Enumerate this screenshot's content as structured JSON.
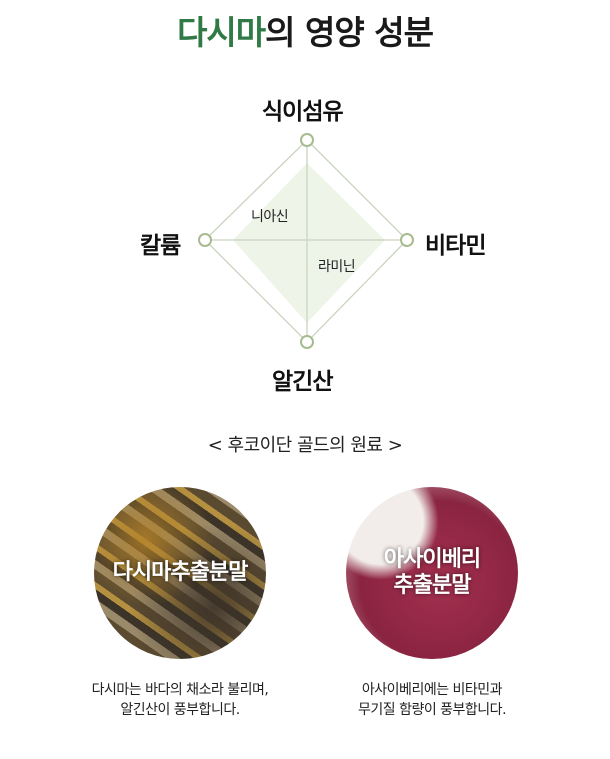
{
  "title": {
    "highlight": "다시마",
    "rest": "의 영양 성분"
  },
  "radar": {
    "axes": {
      "top": "식이섬유",
      "left": "칼륨",
      "right": "비타민",
      "bottom": "알긴산"
    },
    "inner_labels": [
      "니아신",
      "라미닌"
    ],
    "colors": {
      "line": "#c9d4bf",
      "fill": "#eef5e8",
      "node": "#a7bb8f"
    }
  },
  "ingredients": {
    "heading": "< 후코이단 골드의 원료 >",
    "items": [
      {
        "name": "다시마추출분말",
        "desc1": "다시마는 바다의 채소라 불리며,",
        "desc2": "알긴산이 풍부합니다."
      },
      {
        "name1": "아사이베리",
        "name2": "추출분말",
        "desc1": "아사이베리에는 비타민과",
        "desc2": "무기질 함량이 풍부합니다."
      }
    ]
  }
}
